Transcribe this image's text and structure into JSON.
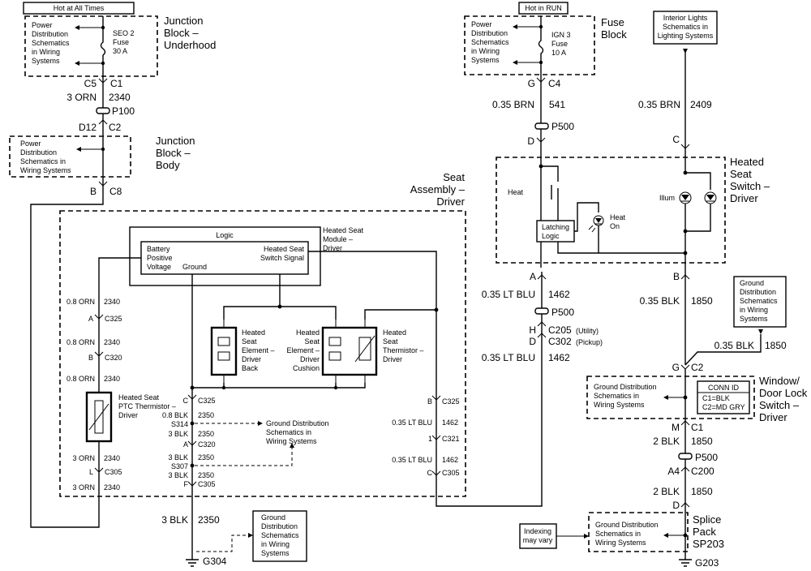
{
  "hot_at_all_times": "Hot at All Times",
  "hot_in_run": "Hot in RUN",
  "power_dist_1": [
    "Power",
    "Distribution",
    "Schematics",
    "in Wiring",
    "Systems"
  ],
  "seo2_fuse": [
    "SEO 2",
    "Fuse",
    "30 A"
  ],
  "jb_underhood": [
    "Junction",
    "Block –",
    "Underhood"
  ],
  "power_dist_2": [
    "Power",
    "Distribution",
    "Schematics in",
    "Wiring Systems"
  ],
  "jb_body": [
    "Junction",
    "Block –",
    "Body"
  ],
  "power_dist_3": [
    "Power",
    "Distribution",
    "Schematics",
    "in Wiring",
    "Systems"
  ],
  "ign3_fuse": [
    "IGN 3",
    "Fuse",
    "10 A"
  ],
  "fuse_block": [
    "Fuse",
    "Block"
  ],
  "interior_lights": [
    "Interior Lights",
    "Schematics in",
    "Lighting Systems"
  ],
  "seat_assembly": [
    "Seat",
    "Assembly –",
    "Driver"
  ],
  "heated_seat_switch": [
    "Heated",
    "Seat",
    "Switch –",
    "Driver"
  ],
  "switch_heat": "Heat",
  "switch_latching": [
    "Latching",
    "Logic"
  ],
  "switch_heat_on": [
    "Heat",
    "On"
  ],
  "switch_illum": "Illum",
  "module_logic": "Logic",
  "module_title": [
    "Heated Seat",
    "Module –",
    "Driver"
  ],
  "module_pins": [
    "Battery",
    "Positive",
    "Voltage",
    "Ground",
    "Heated Seat",
    "Switch Signal"
  ],
  "elem_back": [
    "Heated",
    "Seat",
    "Element –",
    "Driver",
    "Back"
  ],
  "elem_cushion": [
    "Heated",
    "Seat",
    "Element –",
    "Driver",
    "Cushion"
  ],
  "thermistor": [
    "Heated",
    "Seat",
    "Thermistor –",
    "Driver"
  ],
  "ptc": [
    "Heated Seat",
    "PTC Thermistor –",
    "Driver"
  ],
  "gd_inner": [
    "Ground Distribution",
    "Schematics in",
    "Wiring Systems"
  ],
  "gd_g304": [
    "Ground",
    "Distribution",
    "Schematics",
    "in Wiring",
    "Systems"
  ],
  "gd_right": [
    "Ground",
    "Distribution",
    "Schematics",
    "in Wiring",
    "Systems"
  ],
  "gd_window": [
    "Ground Distribution",
    "Schematics in",
    "Wiring Systems"
  ],
  "conn_id": [
    "CONN ID",
    "C1=BLK",
    "C2=MD GRY"
  ],
  "window_switch": [
    "Window/",
    "Door Lock",
    "Switch –",
    "Driver"
  ],
  "gd_splice": [
    "Ground Distribution",
    "Schematics in",
    "Wiring Systems"
  ],
  "indexing": [
    "Indexing",
    "may vary"
  ],
  "splice_pack": [
    "Splice",
    "Pack",
    "SP203"
  ],
  "ground_g304": "G304",
  "ground_g203": "G203",
  "labels": {
    "c5": "C5",
    "c1a": "C1",
    "orn3": "3 ORN",
    "w2340": "2340",
    "p100": "P100",
    "d12": "D12",
    "c2a": "C2",
    "b_c8": "B",
    "c8": "C8",
    "g_c4": "G",
    "c4": "C4",
    "brn035": "0.35 BRN",
    "w541": "541",
    "p500a": "P500",
    "d_sw": "D",
    "brn035b": "0.35 BRN",
    "w2409": "2409",
    "c_sw": "C",
    "a_sw": "A",
    "ltblu_a": "0.35 LT BLU",
    "w1462a": "1462",
    "p500b": "P500",
    "h": "H",
    "c205": "C205",
    "utility": "(Utility)",
    "d_c302": "D",
    "c302": "C302",
    "pickup": "(Pickup)",
    "ltblu_b": "0.35 LT BLU",
    "w1462b": "1462",
    "b_sw": "B",
    "blk035": "0.35 BLK",
    "w1850a": "1850",
    "blk035b": "0.35 BLK",
    "w1850b": "1850",
    "g_c2": "G",
    "c2b": "C2",
    "m_c1": "M",
    "c1b": "C1",
    "blk2a": "2 BLK",
    "w1850c": "1850",
    "p500c": "P500",
    "a4": "A4",
    "c200": "C200",
    "blk2b": "2 BLK",
    "w1850d": "1850",
    "d_sp": "D",
    "blk3": "3 BLK",
    "w2350": "2350",
    "in_orn08a": "0.8 ORN",
    "in_2340a": "2340",
    "in_a": "A",
    "in_c325": "C325",
    "in_orn08b": "0.8 ORN",
    "in_2340b": "2340",
    "in_b": "B",
    "in_c320": "C320",
    "in_orn08c": "0.8 ORN",
    "in_2340c": "2340",
    "in_orn3a": "3 ORN",
    "in_2340d": "2340",
    "in_l": "L",
    "in_c305": "C305",
    "in_orn3b": "3 ORN",
    "in_2340e": "2340",
    "in_c": "C",
    "in_c325b": "C325",
    "in_blk08": "0.8 BLK",
    "in_2350a": "2350",
    "in_s314": "S314",
    "in_blk3a": "3 BLK",
    "in_2350b": "2350",
    "in_a2": "A",
    "in_c320b": "C320",
    "in_blk3b": "3 BLK",
    "in_2350c": "2350",
    "in_s307": "S307",
    "in_blk3c": "3 BLK",
    "in_2350d": "2350",
    "in_f": "F",
    "in_c305b": "C305",
    "in_b2": "B",
    "in_c325c": "C325",
    "in_ltblu1": "0.35 LT BLU",
    "in_1462a": "1462",
    "in_1": "1",
    "in_c321": "C321",
    "in_ltblu2": "0.35 LT BLU",
    "in_1462b": "1462",
    "in_c2": "C",
    "in_c305c": "C305"
  }
}
